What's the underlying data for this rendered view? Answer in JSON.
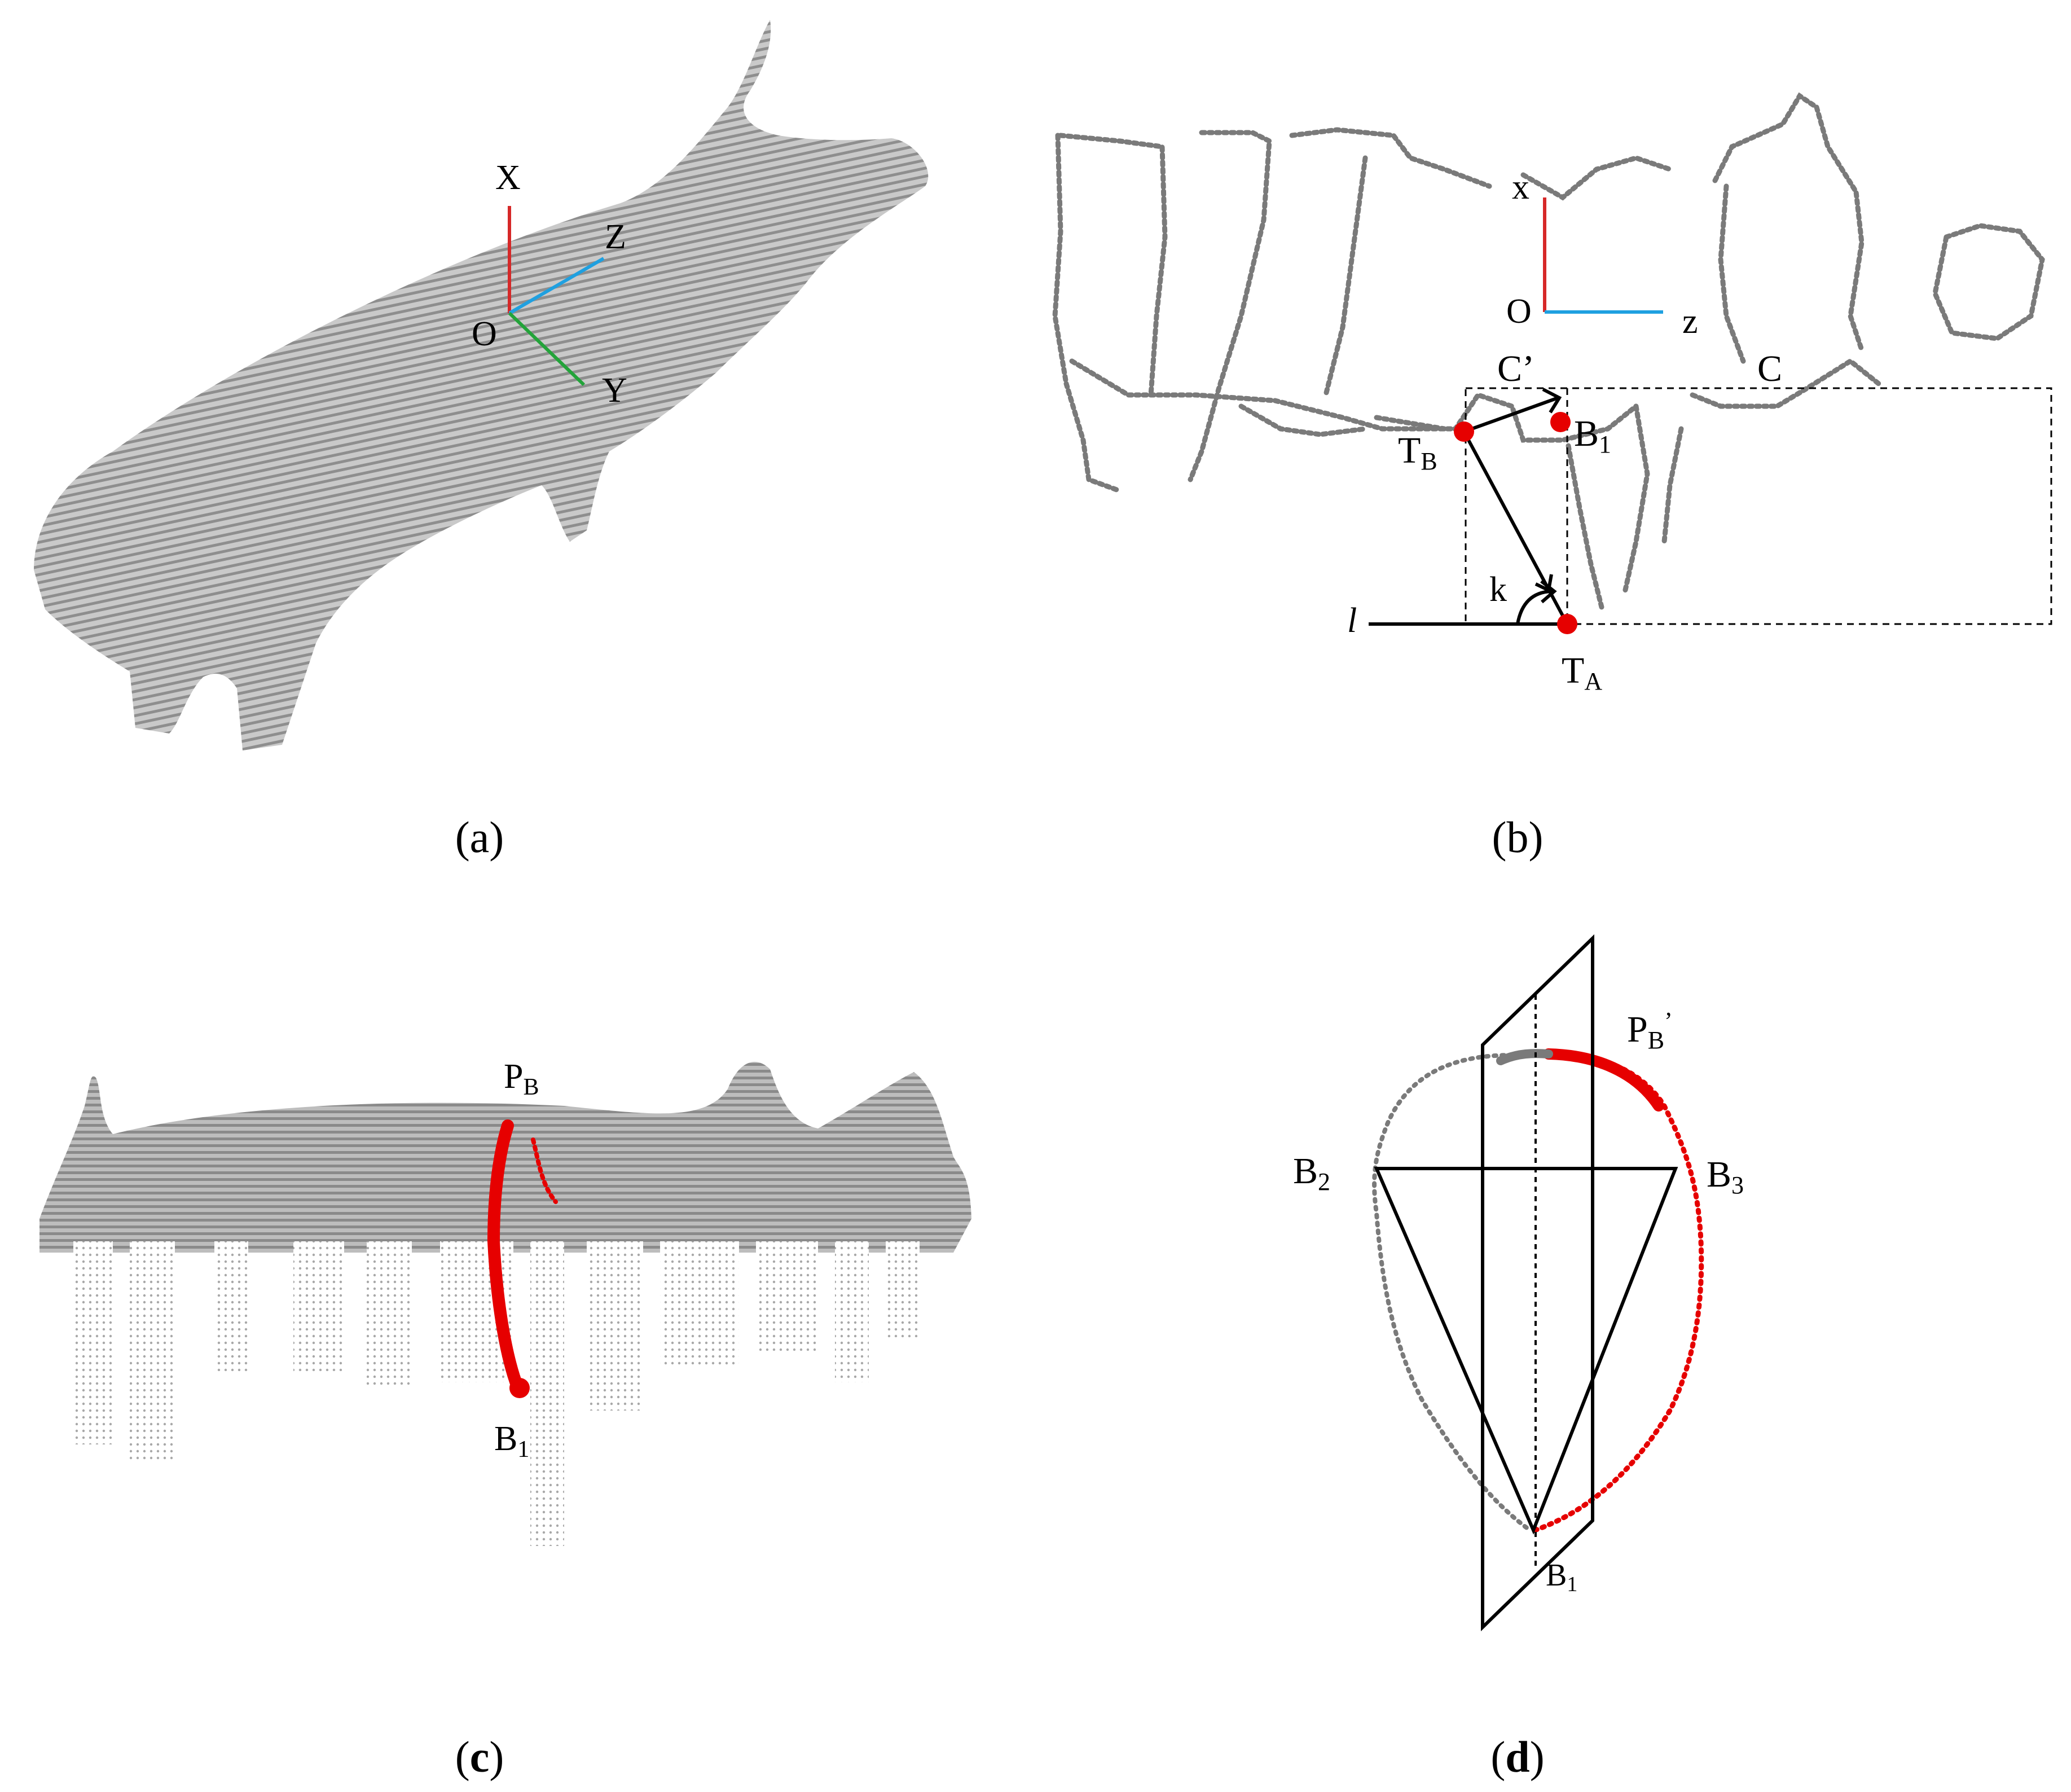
{
  "panels": {
    "a": {
      "caption": "(a)",
      "axes": {
        "x": "X",
        "y": "Y",
        "z": "Z",
        "origin": "O"
      }
    },
    "b": {
      "caption": "(b)",
      "axes": {
        "x": "x",
        "z": "z",
        "origin": "O"
      },
      "points": {
        "ta": "T",
        "ta_sub": "A",
        "tb": "T",
        "tb_sub": "B",
        "b1": "B",
        "b1_sub": "1"
      },
      "labels": {
        "c": "C",
        "c_prime": "C’",
        "k": "k",
        "l": "l"
      }
    },
    "c": {
      "caption_open": "(",
      "caption_letter": "c",
      "caption_close": ")",
      "labels": {
        "pb": "P",
        "pb_sub": "B",
        "b1": "B",
        "b1_sub": "1"
      }
    },
    "d": {
      "caption_open": "(",
      "caption_letter": "d",
      "caption_close": ")",
      "labels": {
        "pb": "P",
        "pb_sub": "B",
        "pb_prime": "’",
        "b1": "B",
        "b1_sub": "1",
        "b2": "B",
        "b2_sub": "2",
        "b3": "B",
        "b3_sub": "3"
      }
    }
  },
  "colors": {
    "x_axis": "#d62828",
    "z_axis": "#1fa0e0",
    "y_axis": "#23a33a",
    "marker": "#e60000",
    "cloud": "#7a7a7a"
  }
}
